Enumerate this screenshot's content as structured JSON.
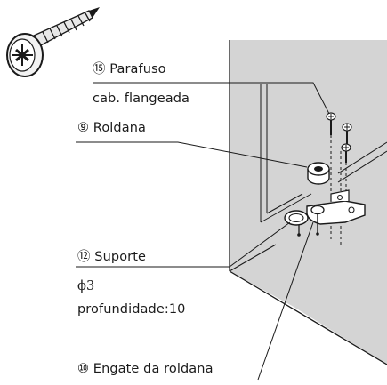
{
  "labels": {
    "screw": "⑮ Parafuso",
    "screw_type": "cab. flangeada",
    "caster": "⑨ Roldana",
    "support": "⑫ Suporte",
    "hole_diameter": "ϕ3",
    "hole_depth": "profundidade:10",
    "caster_clip": "⑩ Engate da roldana"
  },
  "colors": {
    "panel_fill": "#d4d4d4",
    "line": "#1a1a1a",
    "background": "#ffffff"
  }
}
